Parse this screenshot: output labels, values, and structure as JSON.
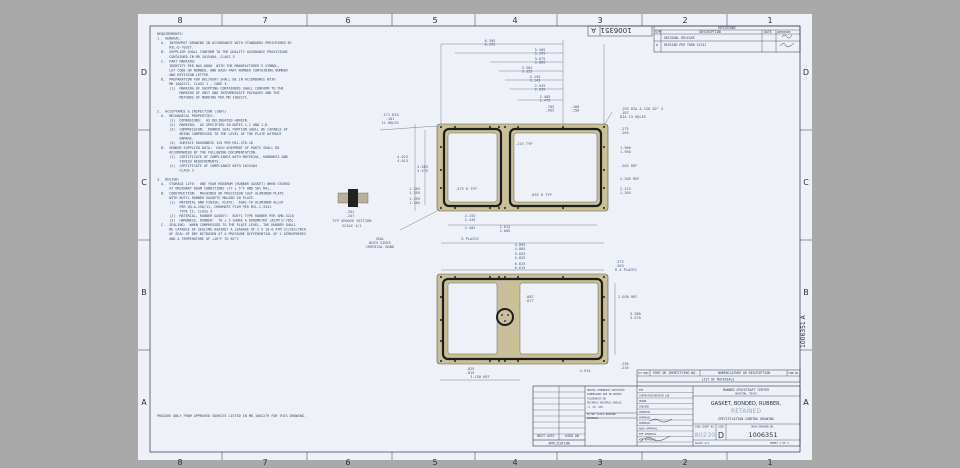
{
  "sheet": {
    "zones_top": [
      "8",
      "7",
      "6",
      "5",
      "4",
      "3",
      "2",
      "1"
    ],
    "zones_side": [
      "D",
      "C",
      "B",
      "A"
    ],
    "corner_number": "1006351",
    "corner_rev": "A"
  },
  "revisions": {
    "title": "REVISIONS",
    "headers": [
      "SYM",
      "DESCRIPTION",
      "DATE",
      "APPROVED"
    ],
    "rows": [
      {
        "sym": "",
        "description": "ORIGINAL RELEASE",
        "date": "",
        "approved": ""
      },
      {
        "sym": "A",
        "description": "REVISED PER TDRR 22131",
        "date": "",
        "approved": ""
      }
    ]
  },
  "notes": [
    "REQUIREMENTS:",
    "1.  GENERAL:",
    "  A.  INTERPRET DRAWING IN ACCORDANCE WITH STANDARDS PRESCRIBED BY",
    "      MIL-D-70327.",
    "  B.  SUPPLIER SHALL CONFORM TO THE QUALITY ASSURANCE PROVISIONS",
    "      CONTAINED IN MD 1015404, CLASS 3",
    "  C.  PART MARKING:",
    "      IDENTIFY PER NAS-0000  WITH THE MANUFACTURER'S SYMBOL,",
    "      LOT CODE OR NUMBER, AND DASH PART NUMBER CONTAINING NUMBER",
    "      AND REVISION LETTER.",
    "  D.  PREPARATION FOR DELIVERY SHALL BE IN ACCORDANCE WITH",
    "      MD 1002271, CLASS 1 , CODE 3.",
    "      (1)  MARKING OF SHIPPING CONTAINERS SHALL CONFORM TO THE",
    "           MARKING OF UNIT AND INTERMEDIATE PACKAGES AND THE",
    "           METHODS OF MARKING PER MD 1002271.",
    "",
    "",
    "2.  ACCEPTANCE & INSPECTION (100%)",
    "  A.  MECHANICAL PROPERTIES:",
    "      (1)  DIMENSIONS:  AS DELINEATED HEREIN.",
    "      (2)  MARKING:  AS SPECIFIED IN NOTES 1.C AND 1.D.",
    "      (3)  COMPRESSION:  RUBBER SEAL PORTION SHALL BE CAPABLE OF",
    "           BEING COMPRESSED TO THE LEVEL OF THE PLATE WITHOUT",
    "           DAMAGE.",
    "      (4)  SURFACE ROUGHNESS 125 PER MIL-STD-10",
    "  B.  VENDOR SUPPLIED DATA:  EACH SHIPMENT OF PARTS SHALL BE",
    "      ACCOMPANIED BY THE FOLLOWING DOCUMENTATION.",
    "      (1)  CERTIFICATE OF COMPLIANCE WITH MATERIAL, HARDNESS AND",
    "           FINISH REQUIREMENTS.",
    "      (2)  CERTIFICATE OF COMPLIANCE WITH 1015404",
    "           CLASS 3",
    "",
    "3.  DESIGN:",
    "  A.  STORAGE LIFE:  ONE YEAR MINIMUM (RUBBER GASKET) WHEN STORED",
    "      AT ORDINARY ROOM CONDITIONS (77 ± 5°F AND 50% RH).",
    "  B.  CONSTRUCTION:  MACHINED OR PRECISION CAST ALUMINUM PLATE",
    "      WITH BUTYL RUBBER GASKETS MOLDED IN PLACE.",
    "      (1)  MATERIAL AND FINISH, PLATE:  6061-T6 ALUMINUM ALLOY",
    "           PER QQ-A-250/11, CHROMATE FILM PER MIL-C-5541",
    "           TYPE II, CLASS 3",
    "      (2)  MATERIAL, RUBBER GASKET:  BUTYL TYPE RUBBER PER SMD-3218",
    "      (3)  HARDNESS, RUBBER:  70 ± 5 SHORE A DUROMETER (ASTM D-785).",
    "  C.  SEALING:  WHEN COMPRESSED TO THE PLATE LEVEL, THE RUBBER SHALL",
    "      BE CAPABLE OF SEALING AGAINST A LEAKAGE OF 2 X 10-6 ATM CC/SEC/INCH",
    "      OF SEAL OF DRY NITROGEN AT A PRESSURE DIFFERENTIAL OF 2 ATMOSPHERES",
    "      AND A TEMPERATURE OF +10°F TO 82°C"
  ],
  "bottom_note": "PROCURE ONLY FROM APPROVED SOURCES LISTED IN MD 1002279 FOR THIS DRAWING.",
  "dimensions": {
    "top": [
      "6.305",
      "6.295",
      "5.405",
      "5.395",
      "3.875",
      "3.865",
      "3.365",
      "3.355",
      "3.155",
      "3.145",
      "2.945",
      "2.935",
      "2.485",
      "2.475",
      ".705",
      ".695",
      ".160",
      ".150"
    ],
    "holes_left": [
      ".171 DIA",
      ".181",
      "12 HOLES"
    ],
    "holes_right": [
      ".193 DIA & CSK 82° X",
      ".187",
      "DIA 15 HOLES"
    ],
    "left_side": [
      "4.623",
      "4.613",
      "3.585",
      "3.575",
      "1.365",
      "1.355",
      "1.395",
      "1.385"
    ],
    "right_side": [
      ".275",
      ".265",
      "1.960",
      "1.950",
      ".263 REF",
      "2.205 REF",
      "2.215",
      "2.205"
    ],
    "bottom": [
      "2.155",
      "2.145",
      "2.615",
      "2.605",
      "2.405",
      "6 PLACES",
      "4.095",
      "4.085",
      "5.835",
      "5.825"
    ],
    "window_radii": [
      ".375 R TYP",
      ".225 TYP",
      ".035 R TYP"
    ],
    "groove_section": {
      "label": "TYP GROOVE SECTION",
      "scale": "SCALE 4/1",
      "dims": [
        ".251",
        ".247"
      ]
    },
    "seal_note": [
      "SEAL",
      "BOTH SIDES",
      "CHEMICAL BOND"
    ],
    "lower_top": [
      "6.625",
      "6.615"
    ],
    "lower_places": [
      ".373",
      ".363",
      "R 4 PLACES"
    ],
    "lower_right": [
      "2.030 REF",
      "3.580",
      "3.570"
    ],
    "lower_center": [
      ".887",
      ".877"
    ],
    "lower_bottom": [
      "3.150 REF",
      ".825",
      ".815",
      ".256",
      ".235",
      "4.915"
    ]
  },
  "title_block": {
    "list_of_materials": "LIST OF MATERIALS",
    "col_headers": [
      "QTY REQD",
      "PART OR IDENTIFYING NO.",
      "NOMENCLATURE OR DESCRIPTION",
      "FIND NO."
    ],
    "tolerances": [
      "UNLESS OTHERWISE SPECIFIED",
      "DIMENSIONS ARE IN INCHES",
      "TOLERANCES ON",
      "DECIMALS   DECIMALS   ANGLES",
      ".X    .XX    .XXX",
      "DO NOT SCALE DRAWING",
      "MATERIAL"
    ],
    "approvals": [
      "MTF",
      "CONTR/ORIGINATION LAB",
      "DRAWN",
      "CHECKED",
      "APPROVAL",
      "APPROVAL",
      "APPROVAL",
      "NASA APPROVAL",
      "MTF APPROVAL",
      "MTF APPROVAL"
    ],
    "org": "MANNED SPACECRAFT CENTER",
    "org_city": "HOUSTON, TEXAS",
    "title": "GASKET, BONDED, RUBBER,",
    "stamp": "RETAINED",
    "subtitle": "SPECIFICATION CONTROL DRAWING",
    "ident_no_label": "CODE IDENT NO.",
    "ident_no": "80230",
    "size_label": "SIZE",
    "size": "D",
    "dwg_label": "NASA DRAWING NO.",
    "dwg_no": "1006351",
    "scale": "SCALE 2/1",
    "sheet": "SHEET  1  OF  1",
    "next_assy": "NEXT ASSY",
    "used_on": "USED ON",
    "application": "APPLICATION"
  },
  "side_stamp": "1006351  A",
  "colors": {
    "paper": "#eef2f8",
    "gasket_plate": "#c9c09a",
    "rubber": "#1d1d1d",
    "background": "#a9a9a9"
  }
}
